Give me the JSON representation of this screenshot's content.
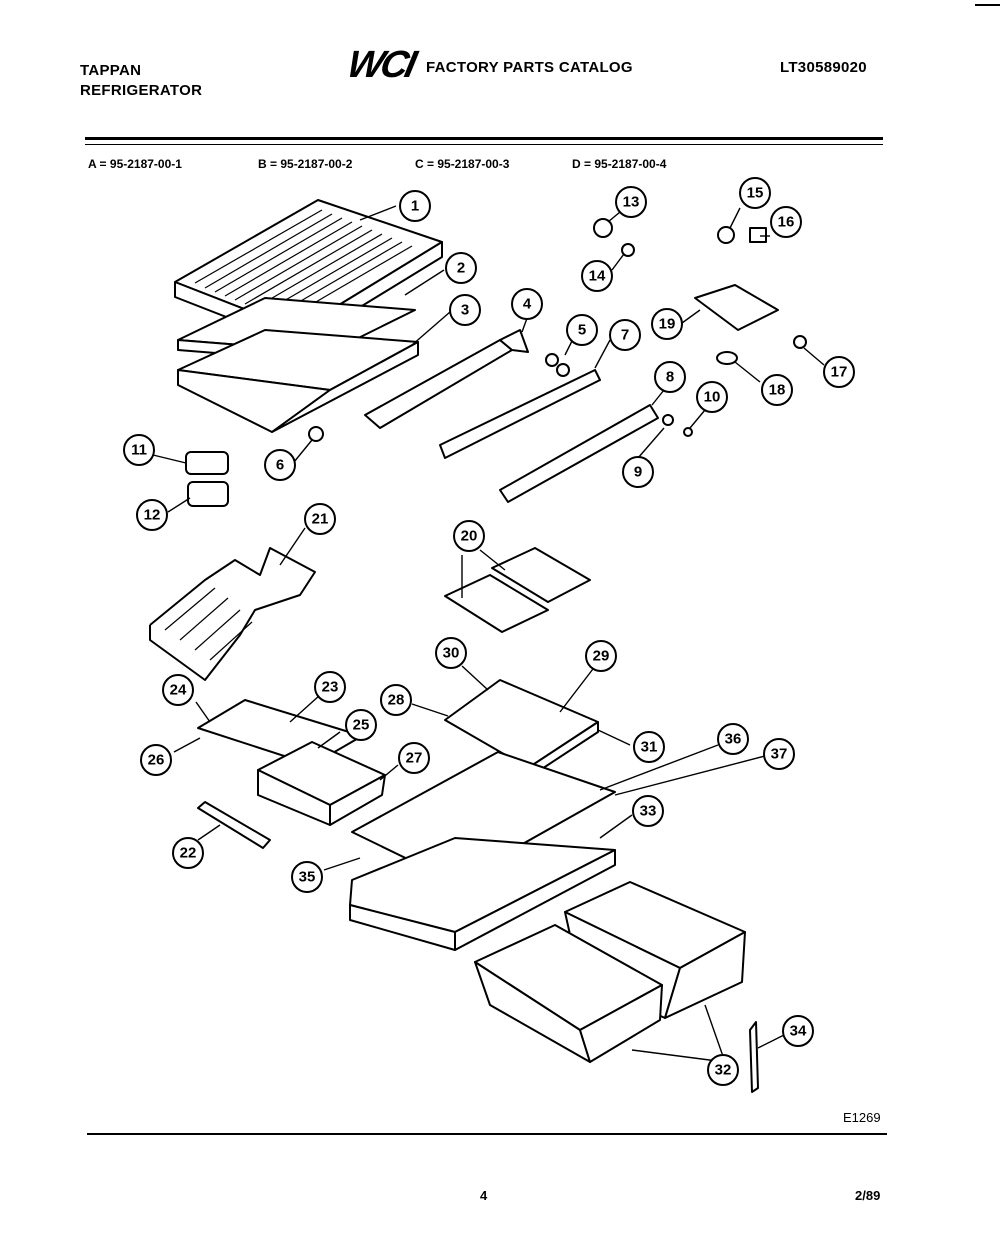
{
  "header": {
    "brand_line1": "TAPPAN",
    "brand_line2": "REFRIGERATOR",
    "logo_text": "WCI",
    "catalog_title": "FACTORY PARTS CATALOG",
    "model_number": "LT30589020"
  },
  "codes": [
    "A = 95-2187-00-1",
    "B = 95-2187-00-2",
    "C = 95-2187-00-3",
    "D = 95-2187-00-4"
  ],
  "callouts": [
    "1",
    "2",
    "3",
    "4",
    "5",
    "6",
    "7",
    "8",
    "9",
    "10",
    "11",
    "12",
    "13",
    "14",
    "15",
    "16",
    "17",
    "18",
    "19",
    "20",
    "21",
    "22",
    "23",
    "24",
    "25",
    "26",
    "27",
    "28",
    "29",
    "30",
    "31",
    "32",
    "33",
    "34",
    "35",
    "36",
    "37"
  ],
  "footer": {
    "figure_id": "E1269",
    "page_number": "4",
    "date": "2/89"
  }
}
